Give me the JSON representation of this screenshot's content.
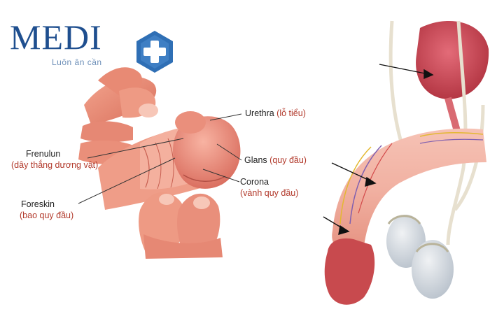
{
  "brand": {
    "name": "MEDI",
    "tagline": "Luôn ân cần",
    "logo_icon": "medical-cross-icon",
    "colors": {
      "primary": "#1f4f8f",
      "secondary": "#3f7fc4",
      "tagline": "#6d8fb8"
    }
  },
  "diagram": {
    "labels": [
      {
        "id": "urethra",
        "en": "Urethra",
        "vi": "lỗ tiểu",
        "open": "(",
        "close": ")"
      },
      {
        "id": "glans",
        "en": "Glans",
        "vi": "quy đầu",
        "open": "(",
        "close": ")"
      },
      {
        "id": "corona",
        "en": "Corona",
        "vi": "vành quy đầu",
        "open": "(",
        "close": ")"
      },
      {
        "id": "frenulun",
        "en": "Frenulun",
        "vi": "dây thắng dương vật",
        "open": "(",
        "close": ")"
      },
      {
        "id": "foreskin",
        "en": "Foreskin",
        "vi": "bao quy đầu",
        "open": "(",
        "close": ")"
      }
    ],
    "colors": {
      "label_en": "#222222",
      "label_vi": "#b23a2c",
      "leader": "#333333"
    }
  }
}
